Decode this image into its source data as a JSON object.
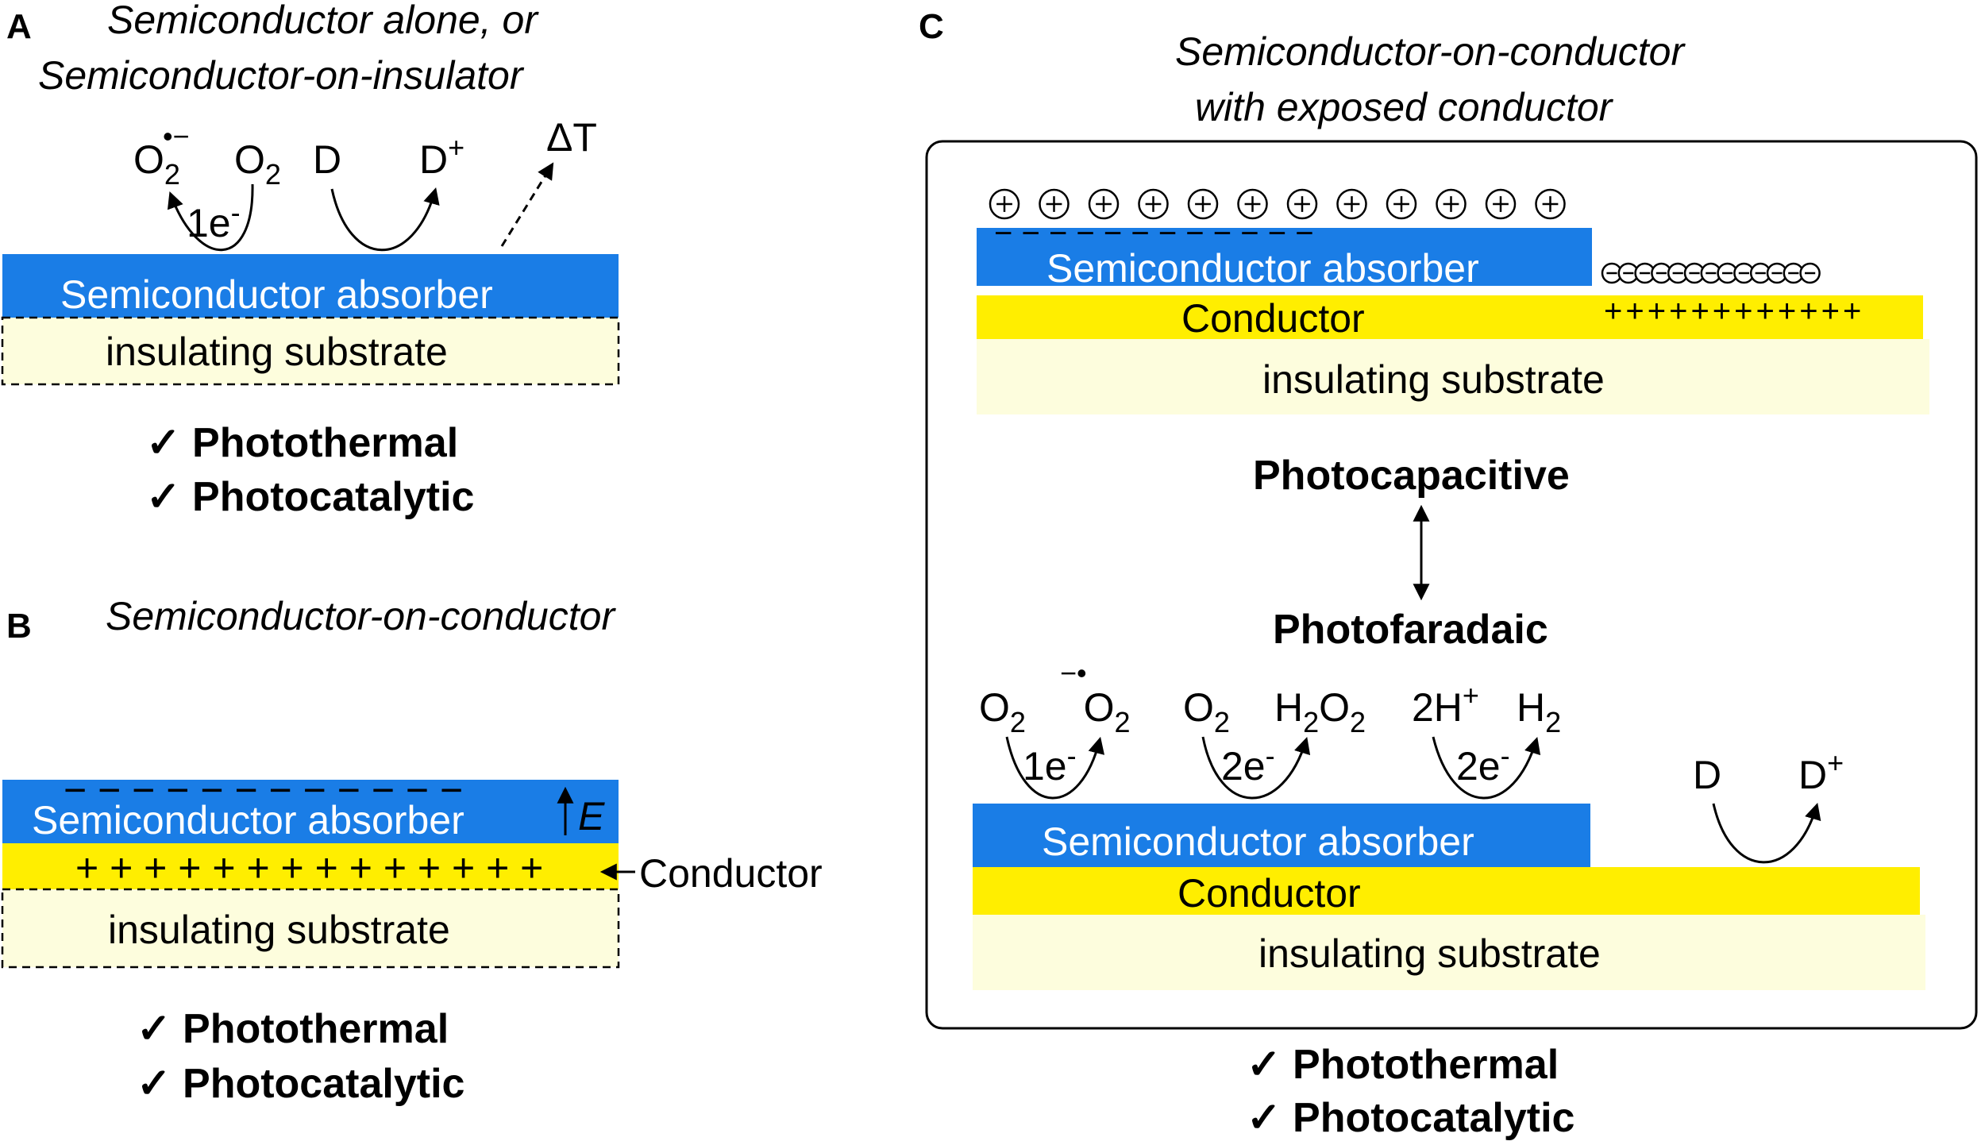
{
  "colors": {
    "semiconductor": "#1a7de6",
    "conductor": "#ffee00",
    "substrate": "#fdfddd"
  },
  "panelA": {
    "letter": "A",
    "title_line1": "Semiconductor alone, or",
    "title_line2": "Semiconductor-on-insulator",
    "o2_radical": "O2•−",
    "o2": "O2",
    "electron": "1e-",
    "donor": "D",
    "donor_plus": "D+",
    "delta_t": "ΔT",
    "minus_sign": "−",
    "plus_sign": "+",
    "semiconductor": "Semiconductor absorber",
    "substrate": "insulating substrate",
    "checks": [
      "✓ Photothermal",
      "✓ Photocatalytic"
    ]
  },
  "panelB": {
    "letter": "B",
    "title": "Semiconductor-on-conductor",
    "minus_row": "−  −  −  −  −  −  −  −  −  −  −  −",
    "semiconductor": "Semiconductor absorber",
    "field": "E",
    "plus_row": "+ + + + + + + + + + + + + +",
    "conductor": "Conductor",
    "substrate": "insulating substrate",
    "checks": [
      "✓ Photothermal",
      "✓ Photocatalytic"
    ]
  },
  "panelC": {
    "letter": "C",
    "title_line1": "Semiconductor-on-conductor",
    "title_line2": "with exposed conductor",
    "circled_plus_count": 12,
    "circled_minus_count": 13,
    "minus_row": "−   −   −   −   −   −   −   −   −   −   −   −",
    "plus_row": "++++++++++++",
    "semiconductor": "Semiconductor absorber",
    "conductor": "Conductor",
    "substrate": "insulating substrate",
    "photocapacitive": "Photocapacitive",
    "photofaradaic": "Photofaradaic",
    "reactions": {
      "o2_a": "O2",
      "o2_radical": "•−O2",
      "e1": "1e-",
      "o2_b": "O2",
      "h2o2": "H2O2",
      "e2": "2e-",
      "two_h": "2H+",
      "h2": "H2",
      "e3": "2e-",
      "donor": "D",
      "donor_plus": "D+"
    },
    "plus_sign": "+",
    "minus_sign": "−",
    "checks": [
      "✓ Photothermal",
      "✓ Photocatalytic"
    ]
  }
}
